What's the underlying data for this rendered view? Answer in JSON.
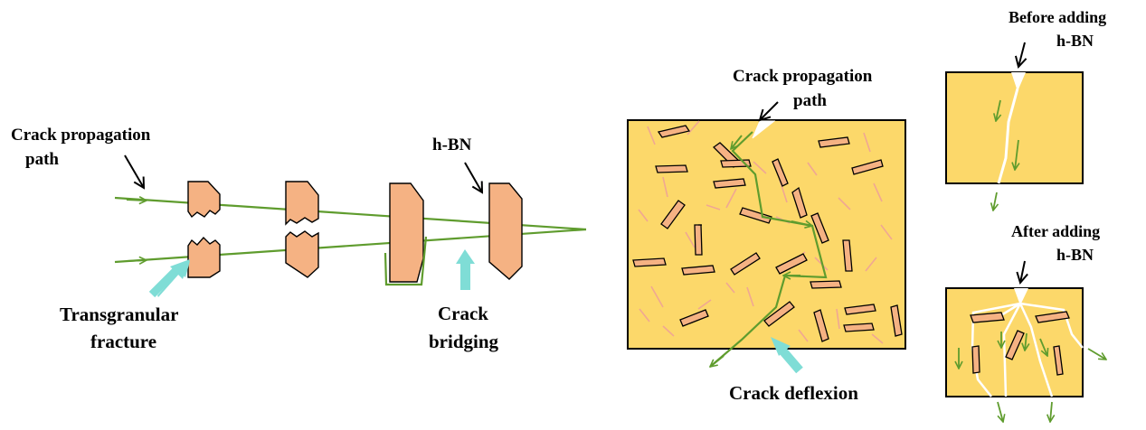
{
  "colors": {
    "grain": "#F5B283",
    "grain_stroke": "#000000",
    "crack": "#5F9C2E",
    "matrix": "#FCD86A",
    "fiber": "#F0A793",
    "arrow_highlight": "#7FDDD6",
    "white_crack": "#FFFFFF"
  },
  "labels": {
    "crack_path_left_line1": "Crack propagation",
    "crack_path_left_line2": "path",
    "hbn_left": "h-BN",
    "transgranular_line1": "Transgranular",
    "transgranular_line2": "fracture",
    "crack_bridging_line1": "Crack",
    "crack_bridging_line2": "bridging",
    "crack_path_mid_line1": "Crack propagation",
    "crack_path_mid_line2": "path",
    "crack_deflexion": "Crack deflexion",
    "before_line1": "Before adding",
    "before_line2": "h-BN",
    "after_line1": "After adding",
    "after_line2": "h-BN"
  }
}
